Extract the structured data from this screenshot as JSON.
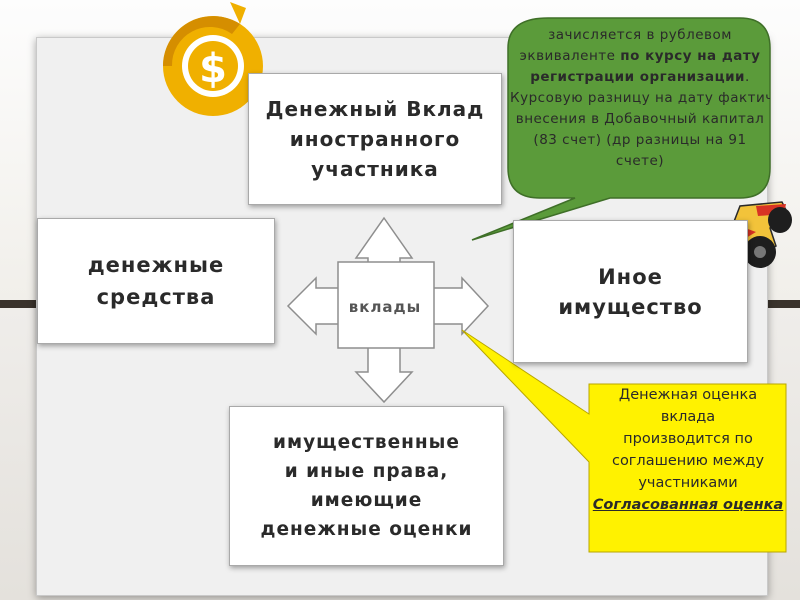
{
  "boxes": {
    "top": "Денежный Вклад\nиностранного\nучастника",
    "left": "денежные\nсредства",
    "right": "Иное\nимущество",
    "bottom": "имущественные\n и иные права,\nимеющие\nденежные оценки"
  },
  "cross_label": "вклады",
  "callout_green": {
    "line1": "зачисляется в рублевом",
    "line2_plain": "эквиваленте ",
    "line2_bold": "по курсу на дату",
    "line3_bold": "регистрации организации",
    "line3_tail": ".",
    "line4": "Курсовую разницу на дату фактич",
    "line5": "внесения в Добавочный капитал",
    "line6": "(83 счет) (др разницы на 91",
    "line7": "счете)"
  },
  "callout_yellow": {
    "line1": "Денежная оценка",
    "line2": "вклада",
    "line3": "производится по",
    "line4": "соглашению между",
    "line5": "участниками",
    "emphasis": "Согласованная оценка"
  },
  "colors": {
    "callout_green": "#5b9b3a",
    "callout_yellow": "#fff200",
    "dollar_logo": "#f0b000",
    "stripe": "#3a332c"
  },
  "icons": [
    "dollar-sign-icon",
    "race-car-icon"
  ]
}
